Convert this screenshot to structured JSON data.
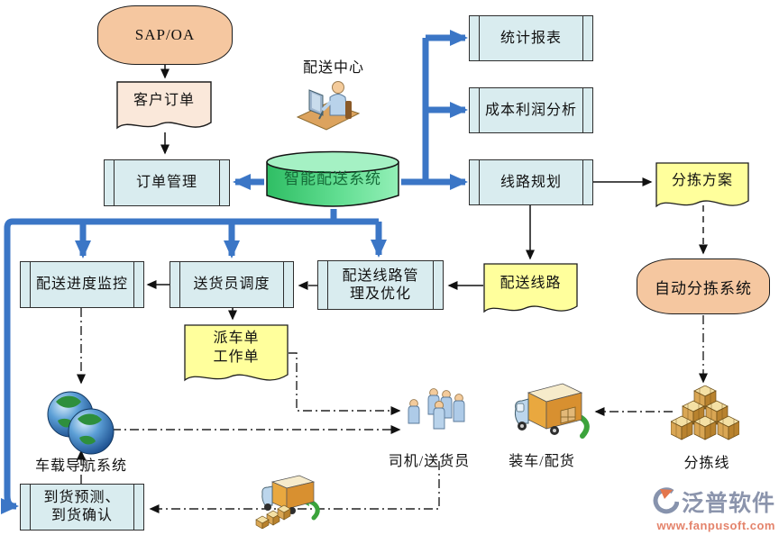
{
  "nodes": {
    "sap_oa": {
      "label": "SAP/OA"
    },
    "customer_order": {
      "label": "客户订单"
    },
    "order_mgmt": {
      "label": "订单管理"
    },
    "distribution_center": {
      "label": "配送中心"
    },
    "smart_system": {
      "label": "智能配送系统"
    },
    "stats_report": {
      "label": "统计报表"
    },
    "cost_profit": {
      "label": "成本利润分析"
    },
    "route_planning": {
      "label": "线路规划"
    },
    "sorting_plan": {
      "label": "分拣方案"
    },
    "progress_monitor": {
      "label": "配送进度监控"
    },
    "courier_dispatch": {
      "label": "送货员调度"
    },
    "route_mgmt": {
      "label": "配送线路管理及优化"
    },
    "delivery_route": {
      "label": "配送线路"
    },
    "auto_sorting": {
      "label": "自动分拣系统"
    },
    "dispatch_order": {
      "label": "派车单\n工作单"
    },
    "vehicle_nav": {
      "label": "车载导航系统"
    },
    "drivers": {
      "label": "司机/送货员"
    },
    "loading": {
      "label": "装车/配货"
    },
    "sorting_line": {
      "label": "分拣线"
    },
    "arrival": {
      "label": "到货预测、到货确认"
    }
  },
  "logo": {
    "name": "泛普软件",
    "url": "www.fanpusoft.com"
  },
  "colors": {
    "arrow_blue": "#3B76C6",
    "process_fill": "#D9ECEF",
    "doc_yellow": "#FFFF9C",
    "doc_peach": "#FAE8DA",
    "storage_peach": "#F5C7A0",
    "cylinder_green": "#52D887",
    "logo_gray": "#8B94AC",
    "logo_orange": "#E4836B"
  }
}
